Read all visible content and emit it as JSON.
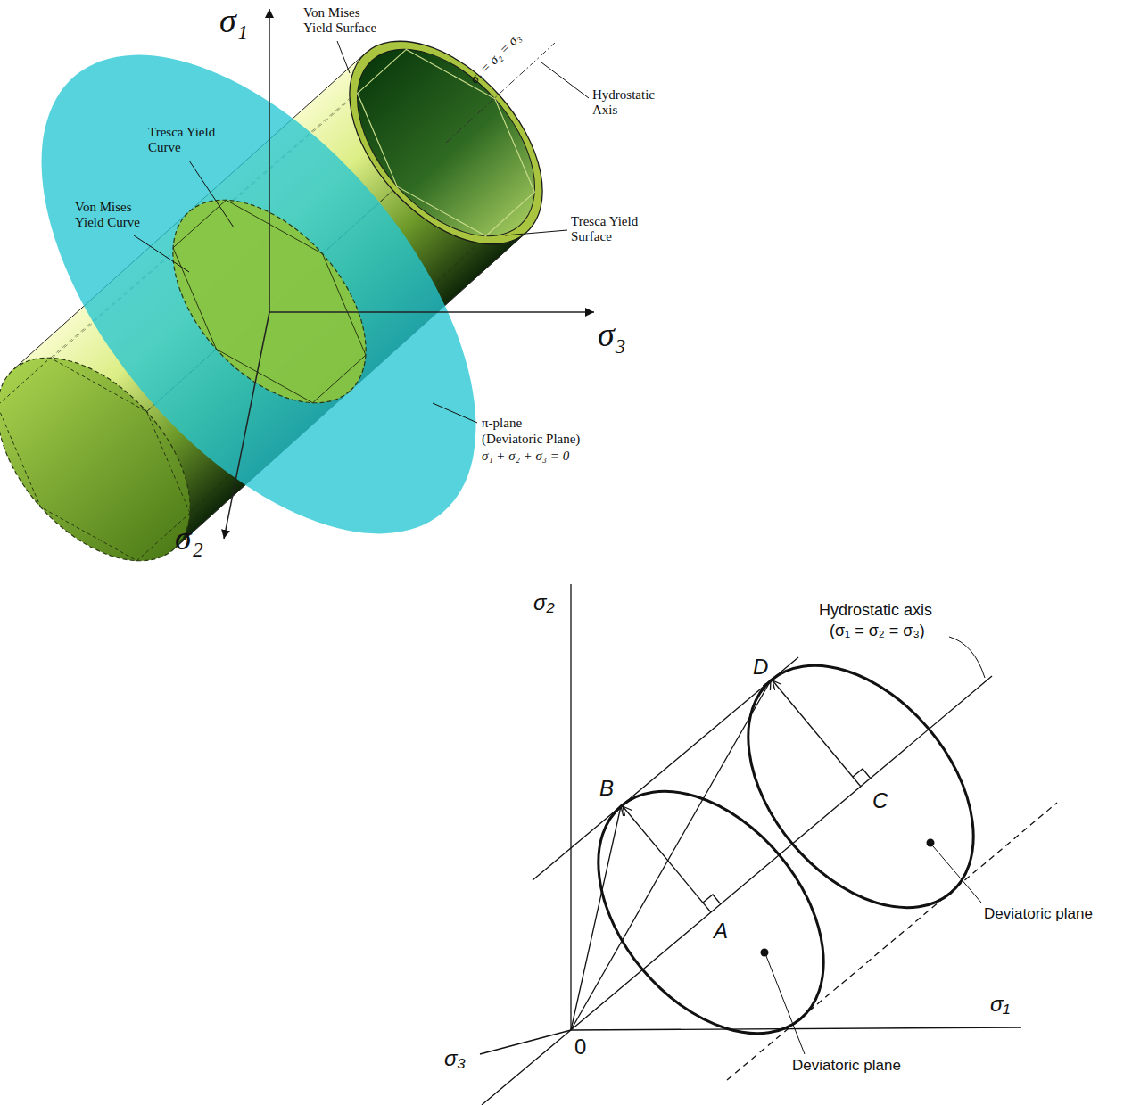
{
  "diagram": {
    "labels": [
      "σ₁",
      "Von Mises Yield Surface",
      "σ₁ = σ₂ = σ₃",
      "Hydrostatic Axis",
      "Tresca Yield Curve",
      "Von Mises Yield Curve",
      "Tresca Yield Surface",
      "σ₃",
      "π-plane",
      "(Deviatoric Plane)",
      "σ₁ + σ₂ + σ₃ = 0",
      "σ₂",
      "σ₂",
      "Hydrostatic axis",
      "(σ₁ = σ₂ = σ₃)",
      "D",
      "B",
      "C",
      "A",
      "σ₁",
      "0",
      "σ₃",
      "Deviatoric plane",
      "Deviatoric plane"
    ]
  }
}
